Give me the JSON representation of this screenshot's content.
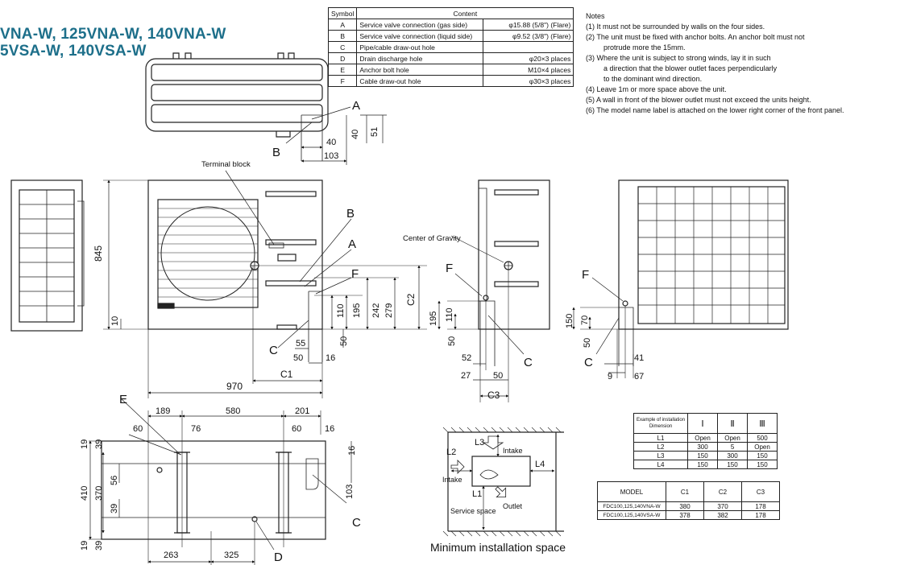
{
  "titles": {
    "line1": "VNA-W, 125VNA-W, 140VNA-W",
    "line2": "5VSA-W, 140VSA-W"
  },
  "symbol_table": {
    "headers": [
      "Symbol",
      "Content"
    ],
    "rows": [
      {
        "symbol": "A",
        "content": "Service valve connection (gas side)",
        "spec": "φ15.88 (5/8\") (Flare)"
      },
      {
        "symbol": "B",
        "content": "Service valve connection (liquid side)",
        "spec": "φ9.52 (3/8\") (Flare)"
      },
      {
        "symbol": "C",
        "content": "Pipe/cable draw-out hole",
        "spec": ""
      },
      {
        "symbol": "D",
        "content": "Drain discharge hole",
        "spec": "φ20×3 places"
      },
      {
        "symbol": "E",
        "content": "Anchor bolt hole",
        "spec": "M10×4 places"
      },
      {
        "symbol": "F",
        "content": "Cable draw-out hole",
        "spec": "φ30×3 places"
      }
    ]
  },
  "notes": {
    "heading": "Notes",
    "lines": [
      "(1) It must not be surrounded by walls on the four sides.",
      "(2) The unit must be fixed with anchor bolts. An anchor bolt must not",
      "protrude more the 15mm.",
      "(3) Where the unit is subject to strong winds, lay it in such",
      "a direction that the blower outlet faces perpendicularly",
      "to the dominant wind direction.",
      "(4) Leave 1m or more space above the unit.",
      "(5) A wall in front of the blower outlet must not exceed the units height.",
      "(6) The model name label is attached on the lower right corner of the front panel."
    ]
  },
  "labels": {
    "terminal_block": "Terminal block",
    "center_of_gravity": "Center of Gravity",
    "intake": "Intake",
    "outlet": "Outlet",
    "service_space": "Service space",
    "caption": "Minimum installation space",
    "A": "A",
    "B": "B",
    "C": "C",
    "D": "D",
    "E": "E",
    "F": "F",
    "C1": "C1",
    "C2": "C2",
    "C3": "C3",
    "L1": "L1",
    "L2": "L2",
    "L3": "L3",
    "L4": "L4"
  },
  "dimensions": {
    "top_40a": "40",
    "top_40b": "40",
    "top_51": "51",
    "top_103": "103",
    "front_845": "845",
    "front_10": "10",
    "front_970": "970",
    "front_110": "110",
    "front_195": "195",
    "front_242": "242",
    "front_279": "279",
    "front_55": "55",
    "front_50a": "50",
    "front_16": "16",
    "front_50b": "50",
    "side_195": "195",
    "side_110": "110",
    "side_50": "50",
    "side_52": "52",
    "side_27": "27",
    "side_50b": "50",
    "back_150": "150",
    "back_70": "70",
    "back_50": "50",
    "back_41": "41",
    "back_9": "9",
    "back_67": "67",
    "bot_189": "189",
    "bot_580": "580",
    "bot_201": "201",
    "bot_60a": "60",
    "bot_76": "76",
    "bot_60b": "60",
    "bot_16a": "16",
    "bot_16b": "16",
    "bot_19a": "19",
    "bot_39a": "39",
    "bot_56": "56",
    "bot_410": "410",
    "bot_370": "370",
    "bot_39b": "39",
    "bot_19b": "19",
    "bot_39c": "39",
    "bot_103": "103",
    "bot_263": "263",
    "bot_325": "325"
  },
  "space_table": {
    "header_dim": "Dimension",
    "header_example": "Example of installation",
    "cols": [
      "Ⅰ",
      "Ⅱ",
      "Ⅲ"
    ],
    "rows": [
      {
        "name": "L1",
        "values": [
          "Open",
          "Open",
          "500"
        ]
      },
      {
        "name": "L2",
        "values": [
          "300",
          "5",
          "Open"
        ]
      },
      {
        "name": "L3",
        "values": [
          "150",
          "300",
          "150"
        ]
      },
      {
        "name": "L4",
        "values": [
          "150",
          "150",
          "150"
        ]
      }
    ]
  },
  "model_table": {
    "headers": [
      "MODEL",
      "C1",
      "C2",
      "C3"
    ],
    "rows": [
      {
        "model": "FDC100,125,140VNA-W",
        "values": [
          "380",
          "370",
          "178"
        ]
      },
      {
        "model": "FDC100,125,140VSA-W",
        "values": [
          "378",
          "382",
          "178"
        ]
      }
    ]
  }
}
